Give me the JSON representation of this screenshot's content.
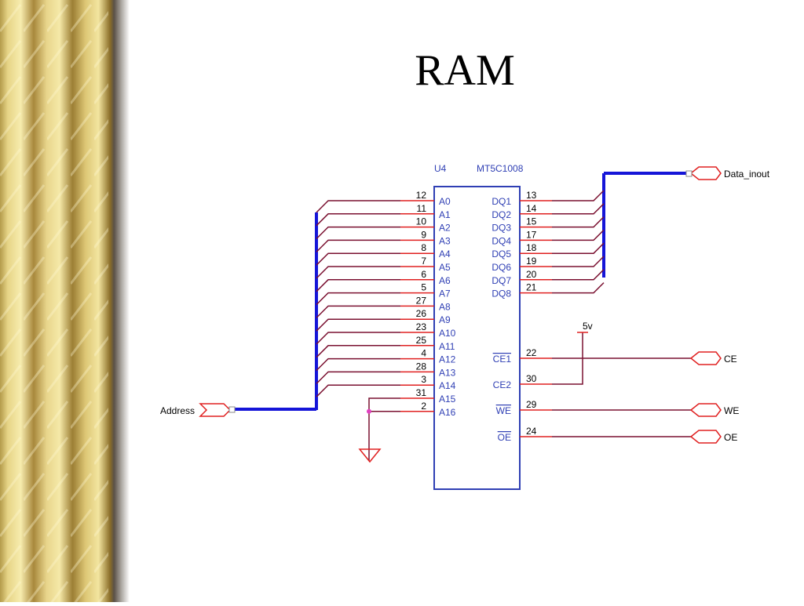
{
  "slide": {
    "title": "RAM"
  },
  "chip": {
    "ref": "U4",
    "part": "MT5C1008",
    "address_pins": [
      {
        "name": "A0",
        "num": "12"
      },
      {
        "name": "A1",
        "num": "11"
      },
      {
        "name": "A2",
        "num": "10"
      },
      {
        "name": "A3",
        "num": "9"
      },
      {
        "name": "A4",
        "num": "8"
      },
      {
        "name": "A5",
        "num": "7"
      },
      {
        "name": "A6",
        "num": "6"
      },
      {
        "name": "A7",
        "num": "5"
      },
      {
        "name": "A8",
        "num": "27"
      },
      {
        "name": "A9",
        "num": "26"
      },
      {
        "name": "A10",
        "num": "23"
      },
      {
        "name": "A11",
        "num": "25"
      },
      {
        "name": "A12",
        "num": "4"
      },
      {
        "name": "A13",
        "num": "28"
      },
      {
        "name": "A14",
        "num": "3"
      },
      {
        "name": "A15",
        "num": "31"
      },
      {
        "name": "A16",
        "num": "2"
      }
    ],
    "data_pins": [
      {
        "name": "DQ1",
        "num": "13"
      },
      {
        "name": "DQ2",
        "num": "14"
      },
      {
        "name": "DQ3",
        "num": "15"
      },
      {
        "name": "DQ4",
        "num": "17"
      },
      {
        "name": "DQ5",
        "num": "18"
      },
      {
        "name": "DQ6",
        "num": "19"
      },
      {
        "name": "DQ7",
        "num": "20"
      },
      {
        "name": "DQ8",
        "num": "21"
      }
    ],
    "control_pins": [
      {
        "name": "CE1",
        "num": "22",
        "overbar": true
      },
      {
        "name": "CE2",
        "num": "30",
        "overbar": false
      },
      {
        "name": "WE",
        "num": "29",
        "overbar": true
      },
      {
        "name": "OE",
        "num": "24",
        "overbar": true
      }
    ]
  },
  "ports": {
    "address": "Address",
    "data": "Data_inout",
    "ce": "CE",
    "we": "WE",
    "oe": "OE"
  },
  "power": {
    "label": "5v"
  },
  "colors": {
    "chip": "#2f3fb4",
    "bus": "#1515d8",
    "wire": "#7a1030",
    "pin": "#e02020",
    "port": "#e02020",
    "text": "#000000"
  }
}
